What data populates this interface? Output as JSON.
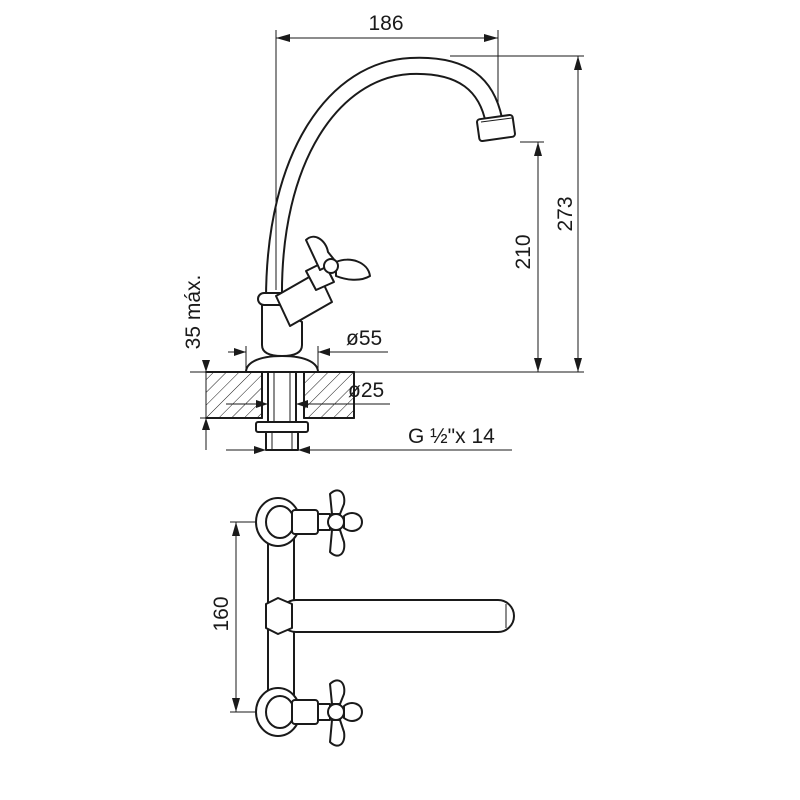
{
  "dimensions": {
    "width_186": "186",
    "height_273": "273",
    "height_210": "210",
    "max_35": "35 máx.",
    "diameter_55": "ø55",
    "diameter_25": "ø25",
    "thread": "G ½\"x 14",
    "spacing_160": "160"
  },
  "colors": {
    "line": "#1a1a1a",
    "background": "#ffffff"
  }
}
